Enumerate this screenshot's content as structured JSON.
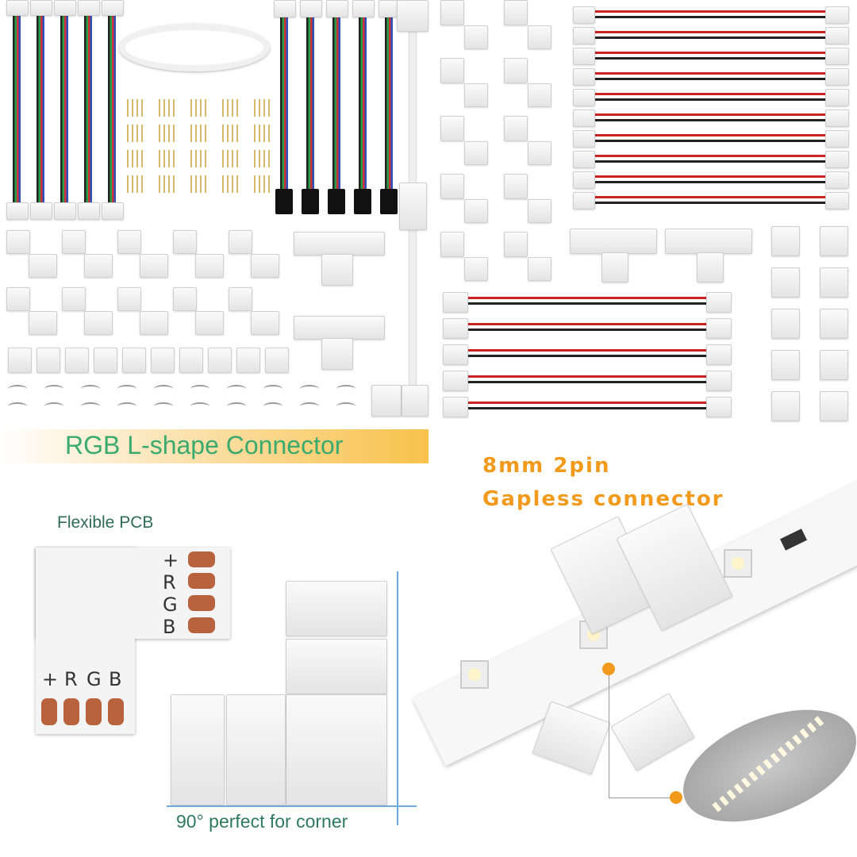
{
  "banner": {
    "title": "RGB L-shape Connector"
  },
  "labels": {
    "flexible_pcb": "Flexible PCB",
    "gapless_line1": "8mm 2pin",
    "gapless_line2": "Gapless connector",
    "corner": "90° perfect for corner",
    "pcb_pins_top": [
      "+",
      "R",
      "G",
      "B"
    ],
    "pcb_pins_bottom": [
      "B",
      "G",
      "R",
      "+"
    ]
  },
  "colors": {
    "banner_text": "#3aaa6e",
    "banner_gradient_end": "#f8c24a",
    "orange_text": "#f29a1c",
    "pcb_pad": "#b8623e",
    "guide_line": "#6fa8dc"
  }
}
